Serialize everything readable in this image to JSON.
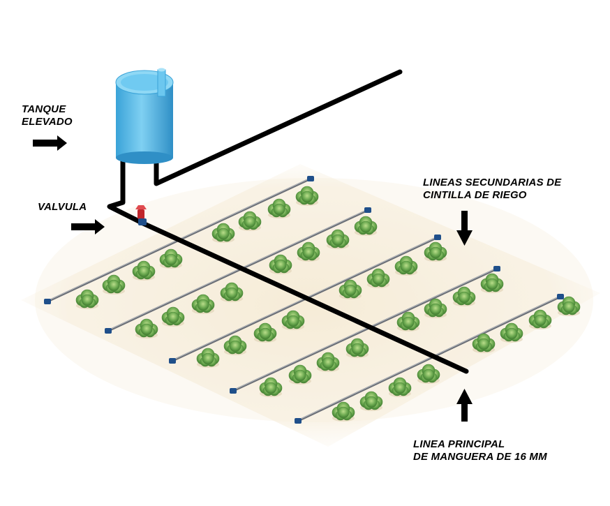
{
  "labels": {
    "tank": [
      "TANQUE",
      "ELEVADO"
    ],
    "valve": "VALVULA",
    "secondary": [
      "LINEAS SECUNDARIAS DE",
      "CINTILLA DE RIEGO"
    ],
    "main": [
      "LINEA PRINCIPAL",
      "DE MANGUERA DE 16 MM"
    ]
  },
  "colors": {
    "pipe": "#000000",
    "drip_line": "#6b6f76",
    "tank": "#4fb6e6",
    "plant": "#6aa84f",
    "ground": "#f7eedc",
    "valve": "#c0262b",
    "end_cap": "#1f4f8a"
  },
  "icons": [
    "tank-icon",
    "valve-icon",
    "plant-icon",
    "arrow-right-icon",
    "arrow-down-icon",
    "arrow-up-icon"
  ]
}
